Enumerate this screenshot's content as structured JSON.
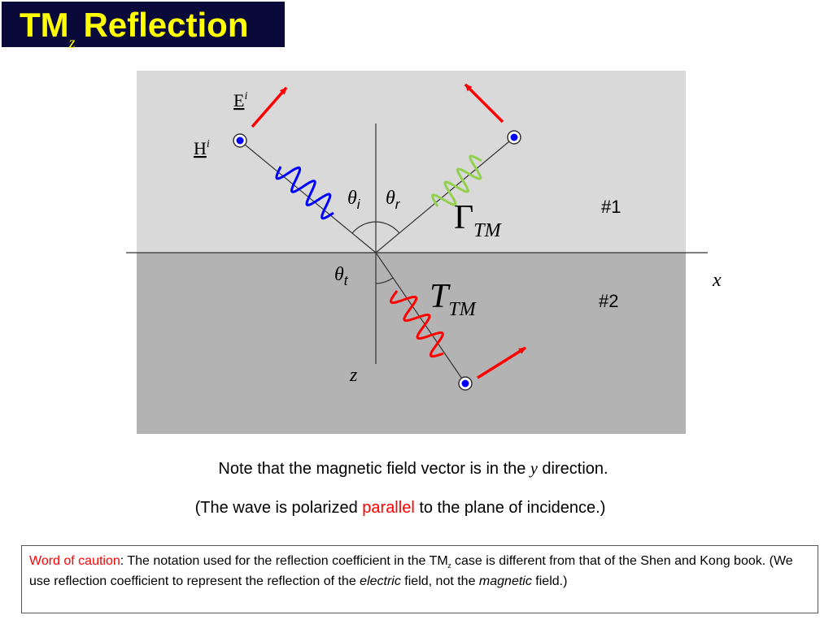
{
  "title": {
    "main": "TM",
    "subscript": "z",
    "rest": "Reflection"
  },
  "diagram": {
    "e_field_label": "E",
    "h_field_label": "H",
    "incident_superscript": "i",
    "theta": "θ",
    "theta_i_sub": "i",
    "theta_r_sub": "r",
    "theta_t_sub": "t",
    "gamma_symbol": "Γ",
    "t_symbol": "T",
    "tm_subscript": "TM",
    "region_1": "#1",
    "region_2": "#2",
    "x_axis": "x",
    "z_axis": "z",
    "colors": {
      "region1": "#d9d9d9",
      "region2": "#b3b3b3",
      "incident_wave": "#0000ff",
      "reflected_wave": "#92d050",
      "transmitted_wave": "#ff0000",
      "arrow": "#ff0000",
      "dot": "#0000ff"
    }
  },
  "note": {
    "line1_before": "Note that the magnetic field vector is in the ",
    "line1_var": "y",
    "line1_after": " direction.",
    "line2_before": "(The wave is polarized ",
    "line2_highlight": "parallel",
    "line2_after": " to the plane of incidence.)"
  },
  "caution": {
    "label": "Word of caution",
    "text1": ": The notation used for the reflection coefficient in the TM",
    "sub": "z",
    "text2": " case is different from that of the Shen and Kong book. (We use reflection coefficient to represent the reflection of the ",
    "electric": "electric",
    "text3": " field, not the ",
    "magnetic": "magnetic",
    "text4": " field.)"
  }
}
